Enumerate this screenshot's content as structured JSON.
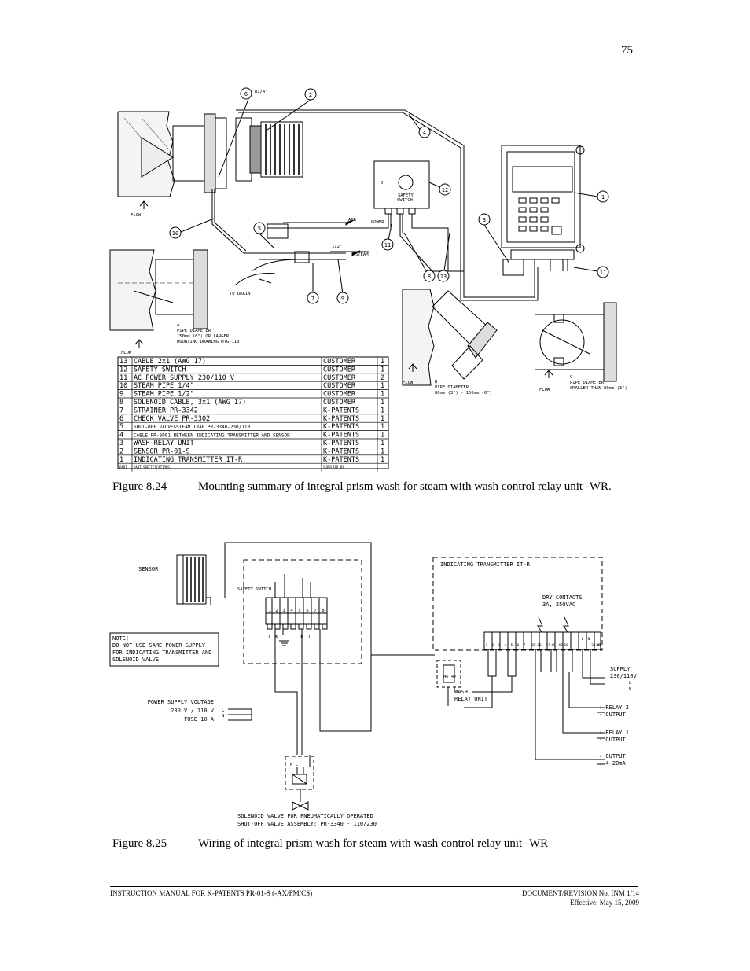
{
  "page_number": "75",
  "figure1": {
    "caption_number": "Figure 8.24",
    "caption_text": "Mounting summary of integral prism wash for steam with wash control relay unit -WR.",
    "callouts": [
      "6",
      "2",
      "4",
      "12",
      "1",
      "3",
      "5",
      "10",
      "11",
      "11",
      "8",
      "13",
      "7",
      "9"
    ],
    "labels": {
      "r14": "R1/4\"",
      "flow1": "FLOW",
      "flow2": "FLOW",
      "flow3": "FLOW",
      "flow4": "FLOW",
      "air": "AIR",
      "power": "POWER",
      "steam": "STEAM",
      "half": "1/2\"",
      "to_drain": "TO DRAIN",
      "switch_o": "O",
      "safety1": "SAFETY",
      "safety2": "SWITCH",
      "a1": "A",
      "a2": "PIPE DIAMETER",
      "a3": "150mm (6\") OR LARGER",
      "a4": "MOUNTING DRAWING MTG-113",
      "b1": "B",
      "b2": "PIPE DIAMETER",
      "b3": "80mm (3\") - 150mm (6\")",
      "c1": "C",
      "c2": "PIPE DIAMETER",
      "c3": "SMALLER THAN 80mm (3\")"
    },
    "parts_table": {
      "rows": [
        [
          "13",
          "CABLE 2x1 (AWG 17)",
          "CUSTOMER",
          "1"
        ],
        [
          "12",
          "SAFETY SWITCH",
          "CUSTOMER",
          "1"
        ],
        [
          "11",
          "AC POWER SUPPLY 230/110 V",
          "CUSTOMER",
          "2"
        ],
        [
          "10",
          "STEAM PIPE 1/4\"",
          "CUSTOMER",
          "1"
        ],
        [
          "9",
          "STEAM PIPE 1/2\"",
          "CUSTOMER",
          "1"
        ],
        [
          "8",
          "SOLENOID CABLE, 3x1 (AWG 17)",
          "CUSTOMER",
          "1"
        ],
        [
          "7",
          "STRAINER PR-3342",
          "K-PATENTS",
          "1"
        ],
        [
          "6",
          "CHECK VALVE PR-3302",
          "K-PATENTS",
          "1"
        ],
        [
          "5",
          "SHUT-OFF VALVE&STEAM TRAP PR-3340-230/110",
          "K-PATENTS",
          "1"
        ],
        [
          "4",
          "CABLE PR-8001 BETWEEN INDICATING TRANSMITTER AND SENSOR",
          "K-PATENTS",
          "1"
        ],
        [
          "3",
          "WASH RELAY UNIT",
          "K-PATENTS",
          "1"
        ],
        [
          "2",
          "SENSOR PR-01-S",
          "K-PATENTS",
          "1"
        ],
        [
          "1",
          "INDICATING TRANSMITTER IT-R",
          "K-PATENTS",
          "1"
        ]
      ],
      "footer": [
        "PART",
        "PART SPECIFICATIONS",
        "SUPPLIED BY"
      ]
    }
  },
  "figure2": {
    "caption_number": "Figure 8.25",
    "caption_text": "Wiring of integral prism wash for steam with wash control relay unit -WR",
    "sensor": "SENSOR",
    "safety_switch": "SAFETY SWITCH",
    "terminals": [
      "1",
      "2",
      "3",
      "4",
      "5",
      "6",
      "7",
      "8"
    ],
    "terminal_marks": [
      "L",
      "N",
      "N",
      "L"
    ],
    "note": [
      "NOTE!",
      "DO NOT USE SAME POWER SUPPLY",
      "FOR INDICATING TRANSMITTER AND",
      "SOLENOID VALVE"
    ],
    "psu": [
      "POWER SUPPLY VOLTAGE",
      "230 V / 110 V",
      "FUSE 10 A"
    ],
    "transmitter": "INDICATING TRANSMITTER IT-R",
    "dry_contacts": [
      "DRY CONTACTS",
      "3A, 250VAC"
    ],
    "it_terminals": [
      "1",
      "2",
      "3",
      "4",
      "5",
      "6",
      "7",
      "25",
      "26",
      "47",
      "48",
      "49",
      "50",
      "L",
      "N",
      "35",
      "36",
      "41"
    ],
    "wash_relay": [
      "WASH",
      "RELAY UNIT"
    ],
    "wash_terminals": "46 47",
    "supply": [
      "SUPPLY",
      "230/110V"
    ],
    "relay2": [
      "+ RELAY 2",
      "- OUTPUT"
    ],
    "relay1": [
      "+ RELAY 1",
      "- OUTPUT"
    ],
    "output": [
      "+ OUTPUT",
      "- 4-20mA"
    ],
    "solenoid_marks": "N L",
    "solenoid": [
      "SOLENOID VALVE FOR PNEUMATICALLY OPERATED",
      "SHUT-OFF VALVE ASSEMBLY: PR-3340 - 110/230"
    ],
    "l_mark": "L",
    "n_mark": "N"
  },
  "footer": {
    "left": "INSTRUCTION MANUAL FOR K-PATENTS PR-01-S (-AX/FM/CS)",
    "right1": "DOCUMENT/REVISION No. INM 1/14",
    "right2": "Effective: May 15, 2009"
  }
}
